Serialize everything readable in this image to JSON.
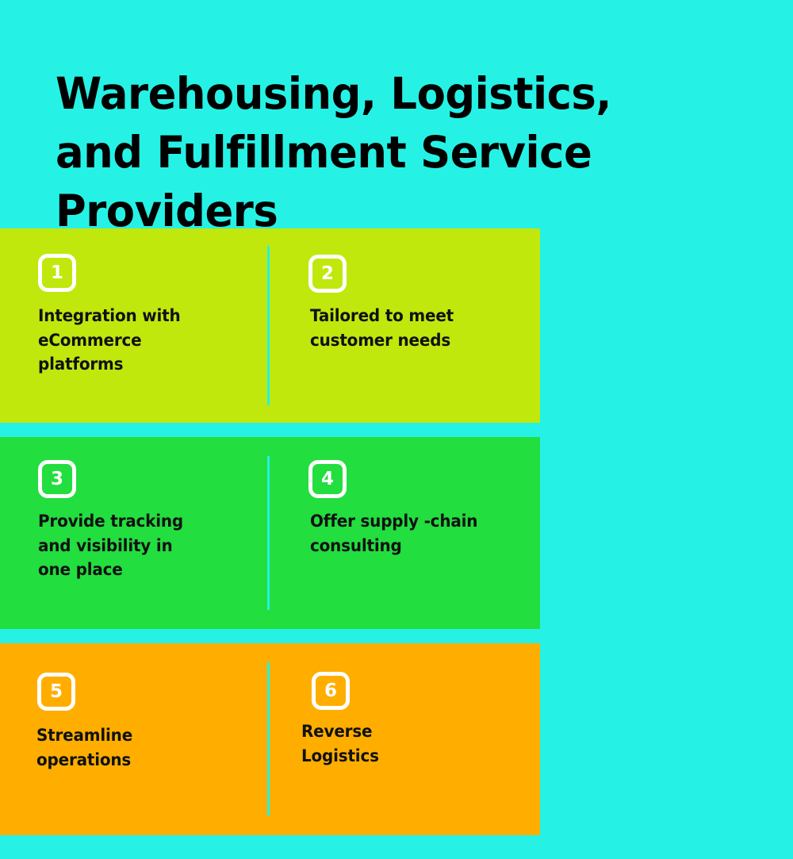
{
  "page": {
    "background_color": "#25F2E5",
    "title": "Warehousing, Logistics,\nand Fulfillment Service\nProviders",
    "title_color": "#000000"
  },
  "panels": [
    {
      "name": "panel-one",
      "background_color": "#C0E80D",
      "items": [
        {
          "number": "1",
          "text": "Integration with\neCommerce\nplatforms"
        },
        {
          "number": "2",
          "text": "Tailored to meet\ncustomer needs"
        }
      ]
    },
    {
      "name": "panel-two",
      "background_color": "#22DE3F",
      "items": [
        {
          "number": "3",
          "text": "Provide tracking\nand visibility in\none place"
        },
        {
          "number": "4",
          "text": "Offer supply -chain\nconsulting"
        }
      ]
    },
    {
      "name": "panel-three",
      "background_color": "#FFAE00",
      "items": [
        {
          "number": "5",
          "text": "Streamline\noperations"
        },
        {
          "number": "6",
          "text": "Reverse\nLogistics"
        }
      ]
    }
  ]
}
